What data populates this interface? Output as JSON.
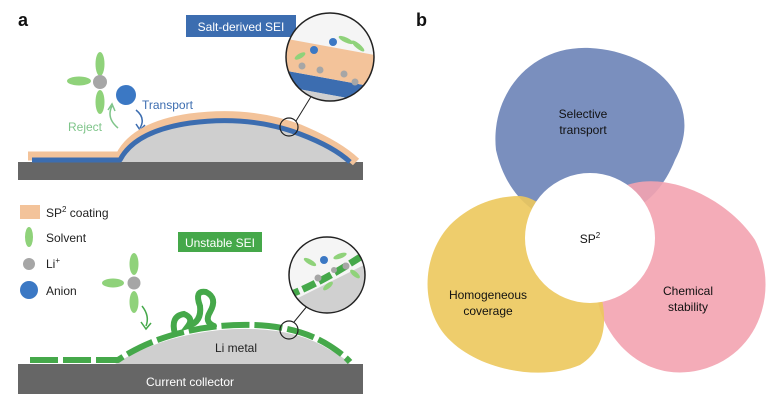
{
  "panel_a": {
    "label": "a",
    "salt_sei_label": "Salt-derived SEI",
    "unstable_sei_label": "Unstable SEI",
    "transport_label": "Transport",
    "reject_label": "Reject",
    "legend": {
      "sp2_coating_prefix": "SP",
      "sp2_coating_sup": "2",
      "sp2_coating_suffix": " coating",
      "solvent": "Solvent",
      "li_prefix": "Li",
      "li_sup": "+",
      "anion": "Anion"
    },
    "li_metal_label": "Li metal",
    "current_collector_label": "Current collector"
  },
  "panel_b": {
    "label": "b",
    "center_prefix": "SP",
    "center_sup": "2",
    "selective_line1": "Selective",
    "selective_line2": "transport",
    "homogeneous_line1": "Homogeneous",
    "homogeneous_line2": "coverage",
    "chemical_line1": "Chemical",
    "chemical_line2": "stability"
  },
  "colors": {
    "sp2_coating": "#f3c39a",
    "salt_sei": "#3c6db0",
    "unstable_sei": "#45a84a",
    "solvent": "#8fd27a",
    "li_ion": "#a6a6a6",
    "anion": "#3b78c4",
    "substrate": "#666666",
    "selective_petal": "#6f86b8",
    "homogeneous_petal": "#ecc85c",
    "chemical_petal": "#f3a3b0"
  }
}
